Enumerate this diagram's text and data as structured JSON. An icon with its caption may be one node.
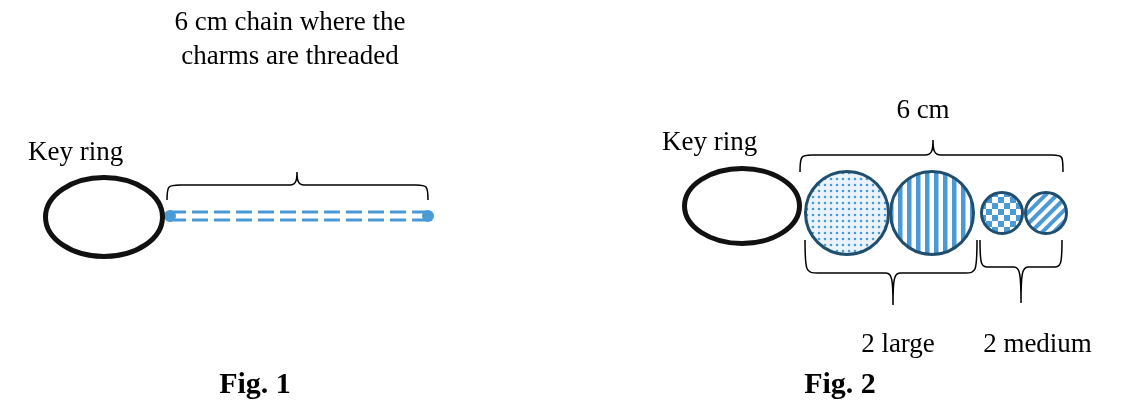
{
  "diagram": {
    "nodes": [
      {
        "text": [],
        "shape": "ellipse",
        "beside": [
          "Key ring"
        ]
      },
      {
        "text": [],
        "shape": "ellipse",
        "beside": [
          "Key ring"
        ]
      },
      {
        "text": [],
        "shape": "circle"
      },
      {
        "text": [],
        "shape": "circle"
      },
      {
        "text": [],
        "shape": "circle"
      },
      {
        "text": [],
        "shape": "circle"
      }
    ],
    "labels": [
      "6 cm chain where the charms are threaded",
      "Fig. 1",
      "6 cm",
      "2 large",
      "2 medium",
      "Fig. 2"
    ]
  }
}
